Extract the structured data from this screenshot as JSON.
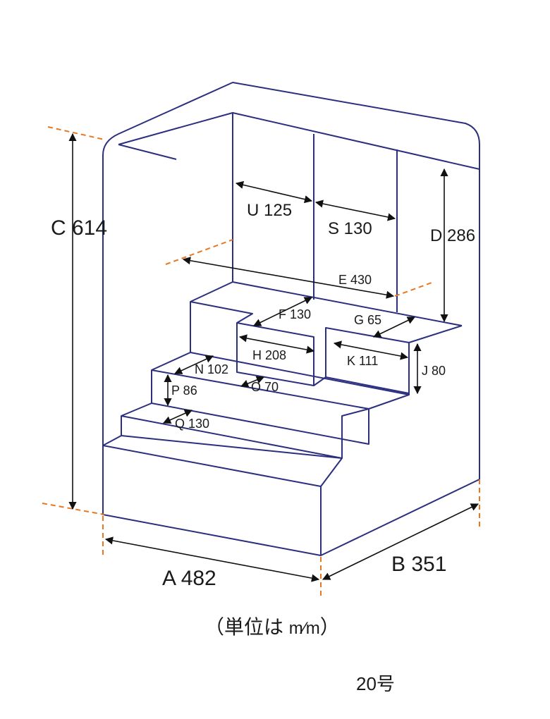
{
  "dimensions": {
    "A": "A 482",
    "B": "B 351",
    "C": "C 614",
    "D": "D 286",
    "E": "E 430",
    "F": "F 130",
    "G": "G 65",
    "H": "H 208",
    "J": "J 80",
    "K": "K 111",
    "N": "N 102",
    "O": "O 70",
    "P": "P 86",
    "Q": "Q 130",
    "S": "S 130",
    "U": "U 125"
  },
  "unit_note": {
    "prefix": "（単位は ",
    "unit": "m⁄m",
    "suffix": "）"
  },
  "model": "20号",
  "colors": {
    "outline": "#2b2f7e",
    "dimension": "#111111",
    "extension": "#e87722"
  }
}
